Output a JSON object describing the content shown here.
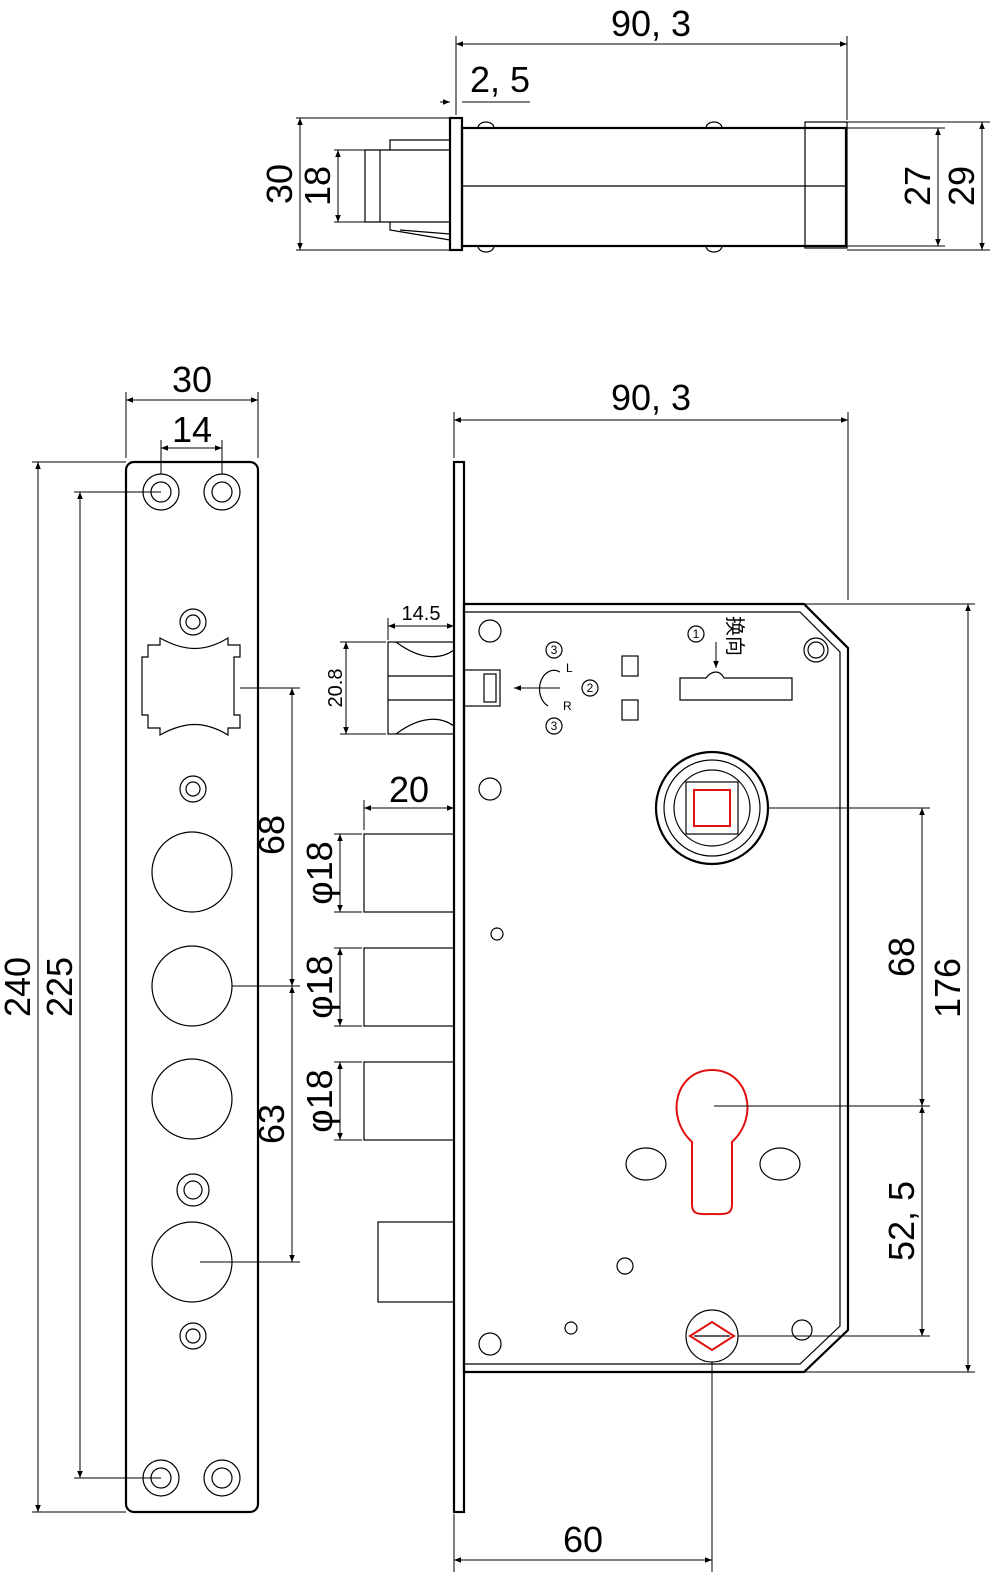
{
  "top_view": {
    "dims": {
      "length": "90, 3",
      "faceplate_thickness": "2, 5",
      "height_outer": "30",
      "latch_height": "18",
      "body_height": "27",
      "body_height_outer": "29"
    }
  },
  "faceplate_view": {
    "dims": {
      "width": "30",
      "hole_spacing": "14",
      "total_length": "240",
      "hole_distance": "225",
      "handle_to_cylinder": "68",
      "cylinder_to_lower": "63"
    }
  },
  "body_view": {
    "dims": {
      "backset_width": "90, 3",
      "latch_width": "14.5",
      "latch_height": "20.8",
      "bolt_projection": "20",
      "bolt_diameter_1": "φ18",
      "bolt_diameter_2": "φ18",
      "bolt_diameter_3": "φ18",
      "spindle_to_cylinder": "68",
      "case_height": "176",
      "cylinder_to_bottom": "52, 5",
      "backset": "60"
    },
    "annotations": {
      "handing_label": "换向",
      "rotation_left": "L",
      "rotation_right": "R",
      "step_1": "1",
      "step_2": "2",
      "step_3": "3"
    }
  },
  "colors": {
    "line": "#000000",
    "highlight": "#e01010",
    "background": "#ffffff"
  }
}
